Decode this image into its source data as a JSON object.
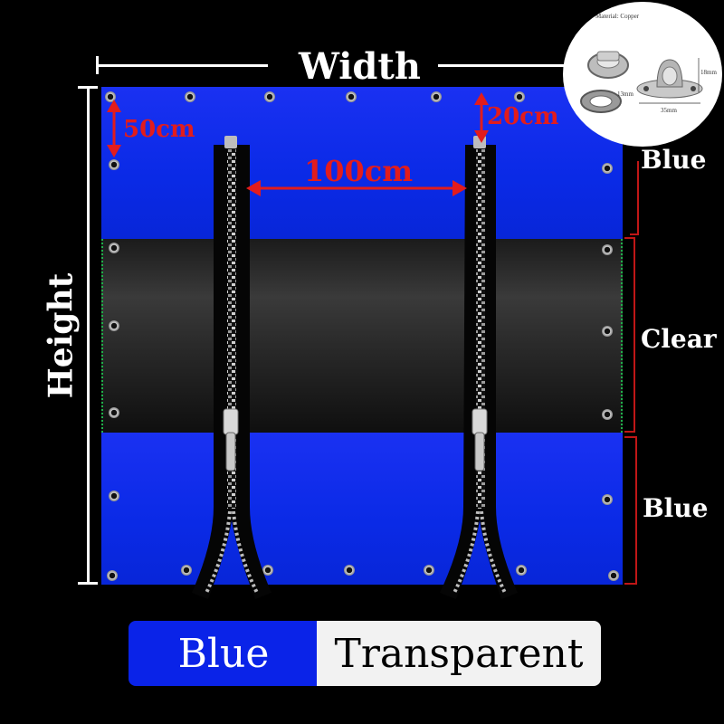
{
  "labels": {
    "width": "Width",
    "height": "Height",
    "top_band": "Blue",
    "middle_band": "Clear",
    "bottom_band": "Blue"
  },
  "dimensions": {
    "grommet_spacing": "50cm",
    "zipper_offset": "20cm",
    "zipper_gap": "100cm"
  },
  "color_options": {
    "option_1": "Blue",
    "option_2": "Transparent"
  },
  "inset": {
    "material": "Material: Copper",
    "height_label": "18mm",
    "width_label": "35mm",
    "side_label": "13mm"
  },
  "colors": {
    "tarp_blue": "#0a2ae6",
    "clear_band": "#2a2a2a",
    "dimension_red": "#e21c1c",
    "swatch_blue": "#0a23e8",
    "swatch_white": "#f2f2f2"
  }
}
